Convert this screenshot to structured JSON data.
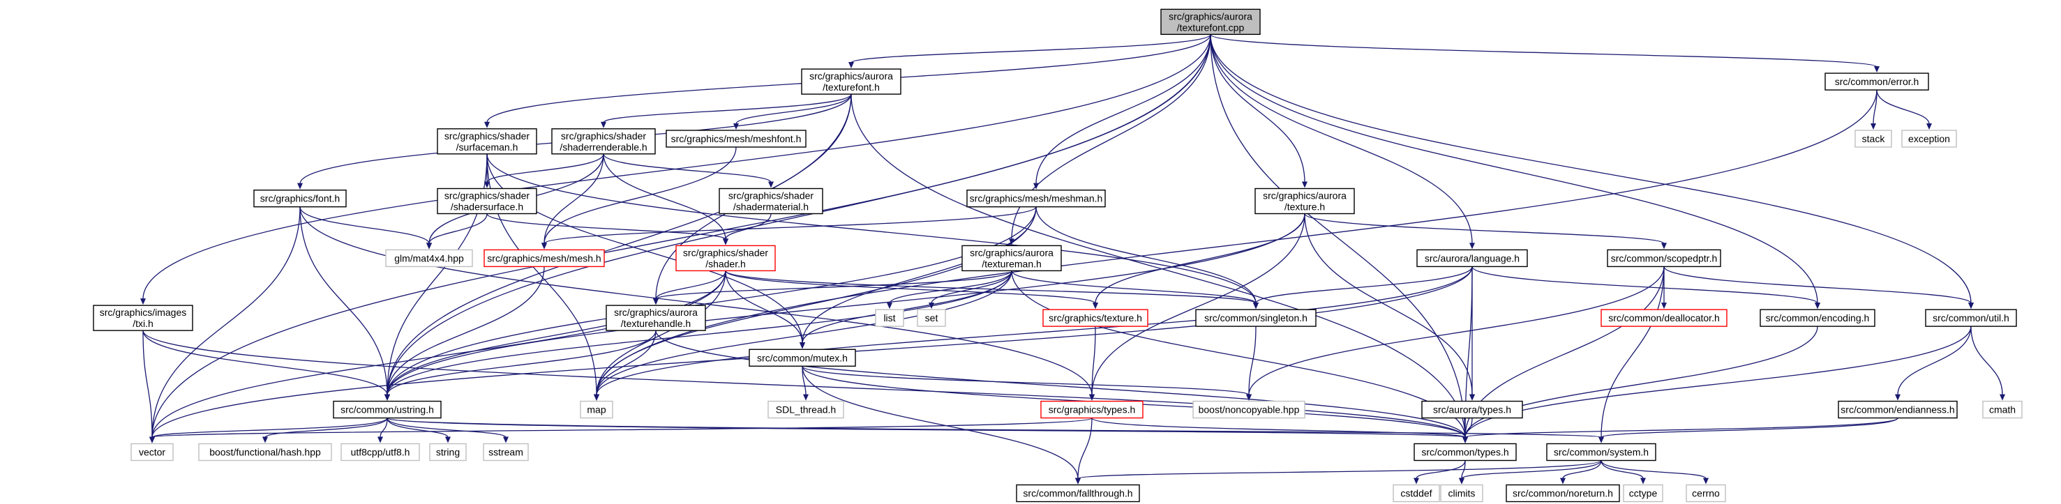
{
  "title": "src/graphics/aurora/texturefont.cpp",
  "colors": {
    "edge": "#191970",
    "root_fill": "#bfbfbf",
    "normal_border": "#000000",
    "truncated_border": "#ff0000",
    "external_border": "#bfbfbf"
  },
  "nodes": [
    {
      "id": "root",
      "lines": [
        "src/graphics/aurora",
        "/texturefont.cpp"
      ],
      "kind": "root"
    },
    {
      "id": "tfont_h",
      "lines": [
        "src/graphics/aurora",
        "/texturefont.h"
      ],
      "kind": "normal"
    },
    {
      "id": "error_h",
      "lines": [
        "src/common/error.h"
      ],
      "kind": "normal"
    },
    {
      "id": "stack",
      "lines": [
        "stack"
      ],
      "kind": "external"
    },
    {
      "id": "exception",
      "lines": [
        "exception"
      ],
      "kind": "external"
    },
    {
      "id": "surfaceman_h",
      "lines": [
        "src/graphics/shader",
        "/surfaceman.h"
      ],
      "kind": "normal"
    },
    {
      "id": "shaderrenderable_h",
      "lines": [
        "src/graphics/shader",
        "/shaderrenderable.h"
      ],
      "kind": "normal"
    },
    {
      "id": "meshfont_h",
      "lines": [
        "src/graphics/mesh/meshfont.h"
      ],
      "kind": "normal"
    },
    {
      "id": "font_h",
      "lines": [
        "src/graphics/font.h"
      ],
      "kind": "normal"
    },
    {
      "id": "shadersurface_h",
      "lines": [
        "src/graphics/shader",
        "/shadersurface.h"
      ],
      "kind": "normal"
    },
    {
      "id": "shadermaterial_h",
      "lines": [
        "src/graphics/shader",
        "/shadermaterial.h"
      ],
      "kind": "normal"
    },
    {
      "id": "meshman_h",
      "lines": [
        "src/graphics/mesh/meshman.h"
      ],
      "kind": "normal"
    },
    {
      "id": "texture_h_aur",
      "lines": [
        "src/graphics/aurora",
        "/texture.h"
      ],
      "kind": "normal"
    },
    {
      "id": "glm",
      "lines": [
        "glm/mat4x4.hpp"
      ],
      "kind": "external"
    },
    {
      "id": "mesh_h",
      "lines": [
        "src/graphics/mesh/mesh.h"
      ],
      "kind": "truncated"
    },
    {
      "id": "shader_h",
      "lines": [
        "src/graphics/shader",
        "/shader.h"
      ],
      "kind": "truncated"
    },
    {
      "id": "textureman_h",
      "lines": [
        "src/graphics/aurora",
        "/textureman.h"
      ],
      "kind": "normal"
    },
    {
      "id": "language_h",
      "lines": [
        "src/aurora/language.h"
      ],
      "kind": "normal"
    },
    {
      "id": "scopedptr_h",
      "lines": [
        "src/common/scopedptr.h"
      ],
      "kind": "normal"
    },
    {
      "id": "txi_h",
      "lines": [
        "src/graphics/images",
        "/txi.h"
      ],
      "kind": "normal"
    },
    {
      "id": "texturehandle_h",
      "lines": [
        "src/graphics/aurora",
        "/texturehandle.h"
      ],
      "kind": "normal"
    },
    {
      "id": "list",
      "lines": [
        "list"
      ],
      "kind": "external"
    },
    {
      "id": "set",
      "lines": [
        "set"
      ],
      "kind": "external"
    },
    {
      "id": "texture_h",
      "lines": [
        "src/graphics/texture.h"
      ],
      "kind": "truncated"
    },
    {
      "id": "singleton_h",
      "lines": [
        "src/common/singleton.h"
      ],
      "kind": "normal"
    },
    {
      "id": "deallocator_h",
      "lines": [
        "src/common/deallocator.h"
      ],
      "kind": "truncated"
    },
    {
      "id": "encoding_h",
      "lines": [
        "src/common/encoding.h"
      ],
      "kind": "normal"
    },
    {
      "id": "util_h",
      "lines": [
        "src/common/util.h"
      ],
      "kind": "normal"
    },
    {
      "id": "mutex_h",
      "lines": [
        "src/common/mutex.h"
      ],
      "kind": "normal"
    },
    {
      "id": "ustring_h",
      "lines": [
        "src/common/ustring.h"
      ],
      "kind": "normal"
    },
    {
      "id": "map",
      "lines": [
        "map"
      ],
      "kind": "external"
    },
    {
      "id": "SDL_thread",
      "lines": [
        "SDL_thread.h"
      ],
      "kind": "external"
    },
    {
      "id": "gtypes_h",
      "lines": [
        "src/graphics/types.h"
      ],
      "kind": "truncated"
    },
    {
      "id": "noncopyable",
      "lines": [
        "boost/noncopyable.hpp"
      ],
      "kind": "external"
    },
    {
      "id": "atypes_h",
      "lines": [
        "src/aurora/types.h"
      ],
      "kind": "normal"
    },
    {
      "id": "endianness_h",
      "lines": [
        "src/common/endianness.h"
      ],
      "kind": "normal"
    },
    {
      "id": "cmath",
      "lines": [
        "cmath"
      ],
      "kind": "external"
    },
    {
      "id": "vector",
      "lines": [
        "vector"
      ],
      "kind": "external"
    },
    {
      "id": "hash",
      "lines": [
        "boost/functional/hash.hpp"
      ],
      "kind": "external"
    },
    {
      "id": "utf8",
      "lines": [
        "utf8cpp/utf8.h"
      ],
      "kind": "external"
    },
    {
      "id": "string",
      "lines": [
        "string"
      ],
      "kind": "external"
    },
    {
      "id": "sstream",
      "lines": [
        "sstream"
      ],
      "kind": "external"
    },
    {
      "id": "ctypes_h",
      "lines": [
        "src/common/types.h"
      ],
      "kind": "normal"
    },
    {
      "id": "system_h",
      "lines": [
        "src/common/system.h"
      ],
      "kind": "normal"
    },
    {
      "id": "cstddef",
      "lines": [
        "cstddef"
      ],
      "kind": "external"
    },
    {
      "id": "climits",
      "lines": [
        "climits"
      ],
      "kind": "external"
    },
    {
      "id": "noreturn_h",
      "lines": [
        "src/common/noreturn.h"
      ],
      "kind": "normal"
    },
    {
      "id": "cctype",
      "lines": [
        "cctype"
      ],
      "kind": "external"
    },
    {
      "id": "cerrno",
      "lines": [
        "cerrno"
      ],
      "kind": "external"
    },
    {
      "id": "fallthrough_h",
      "lines": [
        "src/common/fallthrough.h"
      ],
      "kind": "normal"
    }
  ],
  "edges": [
    [
      "root",
      "tfont_h"
    ],
    [
      "root",
      "error_h"
    ],
    [
      "root",
      "surfaceman_h"
    ],
    [
      "root",
      "meshman_h"
    ],
    [
      "root",
      "texture_h_aur"
    ],
    [
      "root",
      "textureman_h"
    ],
    [
      "root",
      "language_h"
    ],
    [
      "root",
      "txi_h"
    ],
    [
      "root",
      "encoding_h"
    ],
    [
      "root",
      "util_h"
    ],
    [
      "root",
      "ustring_h"
    ],
    [
      "root",
      "vector"
    ],
    [
      "root",
      "ctypes_h"
    ],
    [
      "tfont_h",
      "shaderrenderable_h"
    ],
    [
      "tfont_h",
      "meshfont_h"
    ],
    [
      "tfont_h",
      "font_h"
    ],
    [
      "tfont_h",
      "texturehandle_h"
    ],
    [
      "tfont_h",
      "ustring_h"
    ],
    [
      "tfont_h",
      "ctypes_h"
    ],
    [
      "error_h",
      "stack"
    ],
    [
      "error_h",
      "exception"
    ],
    [
      "error_h",
      "map"
    ],
    [
      "surfaceman_h",
      "shadersurface_h"
    ],
    [
      "surfaceman_h",
      "singleton_h"
    ],
    [
      "surfaceman_h",
      "mutex_h"
    ],
    [
      "surfaceman_h",
      "ustring_h"
    ],
    [
      "surfaceman_h",
      "map"
    ],
    [
      "shaderrenderable_h",
      "shadersurface_h"
    ],
    [
      "shaderrenderable_h",
      "shadermaterial_h"
    ],
    [
      "shaderrenderable_h",
      "mesh_h"
    ],
    [
      "shaderrenderable_h",
      "shader_h"
    ],
    [
      "shaderrenderable_h",
      "glm"
    ],
    [
      "meshfont_h",
      "mesh_h"
    ],
    [
      "font_h",
      "glm"
    ],
    [
      "font_h",
      "ustring_h"
    ],
    [
      "font_h",
      "vector"
    ],
    [
      "font_h",
      "gtypes_h"
    ],
    [
      "shadersurface_h",
      "glm"
    ],
    [
      "shadersurface_h",
      "shader_h"
    ],
    [
      "shadermaterial_h",
      "shader_h"
    ],
    [
      "meshman_h",
      "mesh_h"
    ],
    [
      "meshman_h",
      "singleton_h"
    ],
    [
      "meshman_h",
      "mutex_h"
    ],
    [
      "meshman_h",
      "ustring_h"
    ],
    [
      "meshman_h",
      "map"
    ],
    [
      "texture_h_aur",
      "texture_h"
    ],
    [
      "texture_h_aur",
      "scopedptr_h"
    ],
    [
      "texture_h_aur",
      "atypes_h"
    ],
    [
      "texture_h_aur",
      "gtypes_h"
    ],
    [
      "texture_h_aur",
      "ustring_h"
    ],
    [
      "mesh_h",
      "ustring_h"
    ],
    [
      "shader_h",
      "singleton_h"
    ],
    [
      "shader_h",
      "mutex_h"
    ],
    [
      "shader_h",
      "ustring_h"
    ],
    [
      "shader_h",
      "map"
    ],
    [
      "shader_h",
      "vector"
    ],
    [
      "shader_h",
      "texturehandle_h"
    ],
    [
      "shader_h",
      "texture_h"
    ],
    [
      "textureman_h",
      "texturehandle_h"
    ],
    [
      "textureman_h",
      "list"
    ],
    [
      "textureman_h",
      "set"
    ],
    [
      "textureman_h",
      "singleton_h"
    ],
    [
      "textureman_h",
      "mutex_h"
    ],
    [
      "textureman_h",
      "ustring_h"
    ],
    [
      "textureman_h",
      "map"
    ],
    [
      "textureman_h",
      "ctypes_h"
    ],
    [
      "language_h",
      "singleton_h"
    ],
    [
      "language_h",
      "atypes_h"
    ],
    [
      "language_h",
      "encoding_h"
    ],
    [
      "language_h",
      "map"
    ],
    [
      "language_h",
      "vector"
    ],
    [
      "language_h",
      "ctypes_h"
    ],
    [
      "scopedptr_h",
      "deallocator_h"
    ],
    [
      "scopedptr_h",
      "util_h"
    ],
    [
      "scopedptr_h",
      "noncopyable"
    ],
    [
      "scopedptr_h",
      "ctypes_h"
    ],
    [
      "scopedptr_h",
      "system_h"
    ],
    [
      "txi_h",
      "ustring_h"
    ],
    [
      "txi_h",
      "vector"
    ],
    [
      "txi_h",
      "ctypes_h"
    ],
    [
      "texturehandle_h",
      "ustring_h"
    ],
    [
      "texturehandle_h",
      "map"
    ],
    [
      "texturehandle_h",
      "ctypes_h"
    ],
    [
      "texture_h",
      "gtypes_h"
    ],
    [
      "singleton_h",
      "noncopyable"
    ],
    [
      "encoding_h",
      "ctypes_h"
    ],
    [
      "util_h",
      "endianness_h"
    ],
    [
      "util_h",
      "cmath"
    ],
    [
      "util_h",
      "ctypes_h"
    ],
    [
      "mutex_h",
      "SDL_thread"
    ],
    [
      "mutex_h",
      "noncopyable"
    ],
    [
      "mutex_h",
      "fallthrough_h"
    ],
    [
      "mutex_h",
      "ctypes_h"
    ],
    [
      "ustring_h",
      "vector"
    ],
    [
      "ustring_h",
      "hash"
    ],
    [
      "ustring_h",
      "utf8"
    ],
    [
      "ustring_h",
      "string"
    ],
    [
      "ustring_h",
      "sstream"
    ],
    [
      "ustring_h",
      "ctypes_h"
    ],
    [
      "ustring_h",
      "system_h"
    ],
    [
      "gtypes_h",
      "vector"
    ],
    [
      "gtypes_h",
      "fallthrough_h"
    ],
    [
      "gtypes_h",
      "ctypes_h"
    ],
    [
      "atypes_h",
      "ctypes_h"
    ],
    [
      "endianness_h",
      "ctypes_h"
    ],
    [
      "endianness_h",
      "system_h"
    ],
    [
      "ctypes_h",
      "cstddef"
    ],
    [
      "ctypes_h",
      "climits"
    ],
    [
      "system_h",
      "climits"
    ],
    [
      "system_h",
      "noreturn_h"
    ],
    [
      "system_h",
      "cctype"
    ],
    [
      "system_h",
      "cerrno"
    ],
    [
      "system_h",
      "fallthrough_h"
    ]
  ]
}
